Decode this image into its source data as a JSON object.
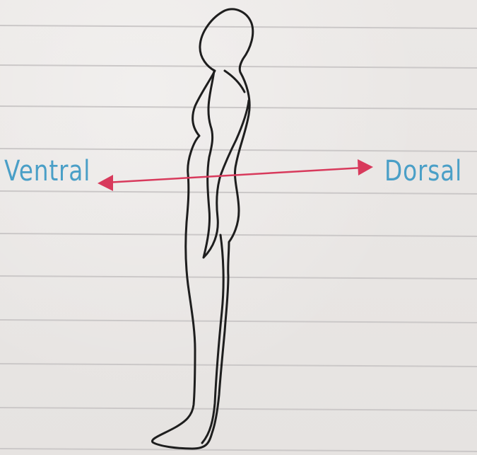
{
  "labels": {
    "ventral": "Ventral",
    "dorsal": "Dorsal"
  },
  "colors": {
    "paper": "#e9e6e4",
    "ruled_line": "#cbc8c8",
    "label_text": "#4a9fc7",
    "arrow": "#d83a5c",
    "figure_outline": "#1e1e1e"
  },
  "icons": {
    "figure": "human-silhouette-side-view",
    "arrow": "double-headed-arrow"
  }
}
